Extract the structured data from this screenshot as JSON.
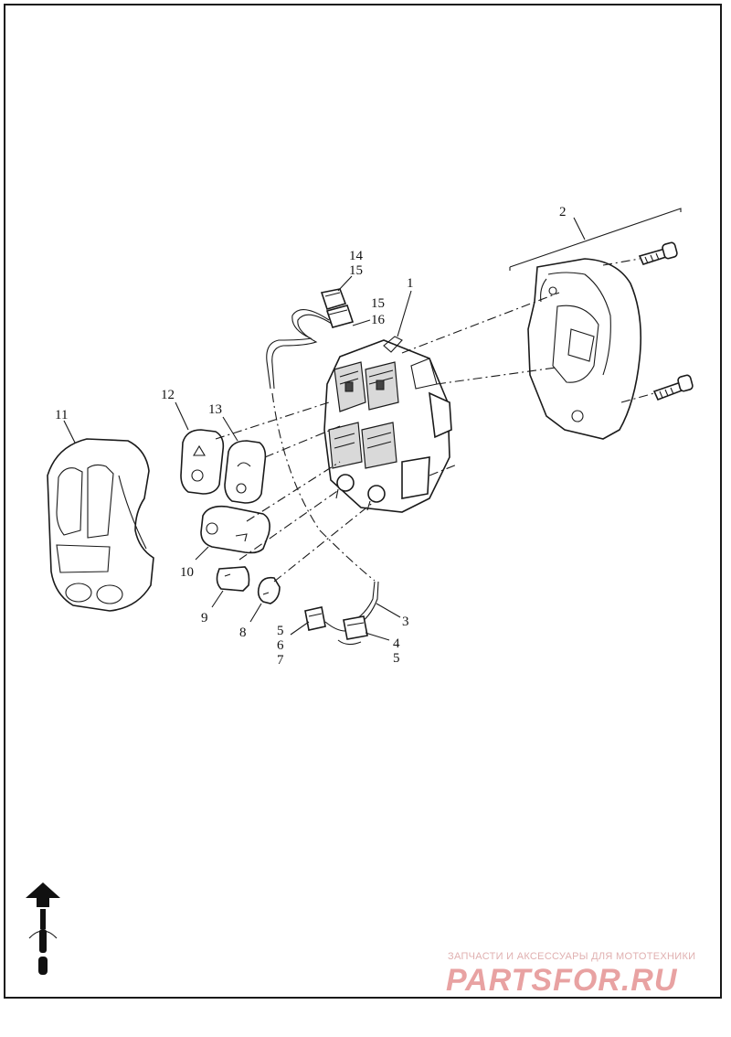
{
  "diagram": {
    "callouts": {
      "c1": "1",
      "c2": "2",
      "c3": "3",
      "c4": "4",
      "c5a": "5",
      "c5b": "5",
      "c6": "6",
      "c7": "7",
      "c8": "8",
      "c9": "9",
      "c10": "10",
      "c11": "11",
      "c12": "12",
      "c13": "13",
      "c14": "14",
      "c15a": "15",
      "c15b": "15",
      "c16": "16"
    },
    "orientation_icon": "motorcycle-forward-arrow-icon"
  },
  "watermark": {
    "tagline": "ЗАПЧАСТИ И АКСЕССУАРЫ ДЛЯ МОТОТЕХНИКИ",
    "logo": "PARTSFOR.RU",
    "color": "#e8a2a2"
  }
}
